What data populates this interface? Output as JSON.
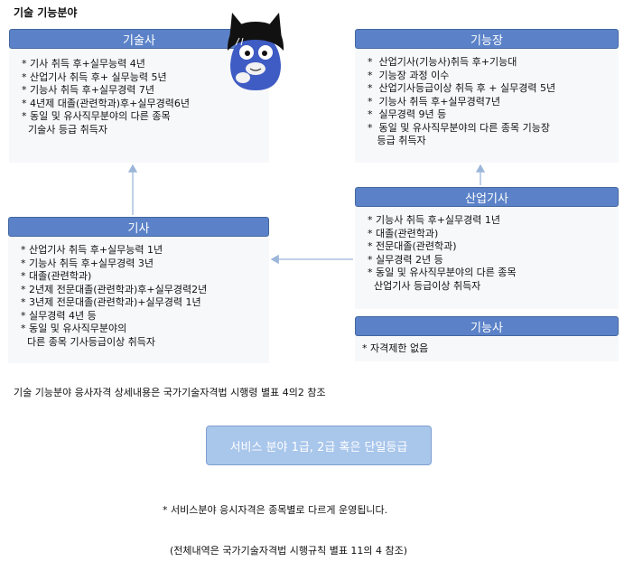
{
  "title": "기술 기능분야",
  "boxes": {
    "engineer_master": {
      "header": "기술사",
      "items": [
        "* 기사 취득 후+실무능력 4년",
        "* 산업기사 취득 후+ 실무능력 5년",
        "* 기능사 취득 후+실무경력 7년",
        "* 4년제 대졸(관련학과)후+실무경력6년",
        "* 동일 및 유사직무분야의 다른 종목",
        "  기술사 등급 취득자"
      ]
    },
    "craftsman_master": {
      "header": "기능장",
      "items": [
        "*  산업기사(기능사)취득 후+기능대",
        "*  기능장 과정 이수",
        "*  산업기사등급이상 취득 후 + 실무경력 5년",
        "*  기능사 취득 후+실무경력7년",
        "*  실무경력 9년 등",
        "*  동일 및 유사직무분야의 다른 종목 기능장",
        "   등급 취득자"
      ]
    },
    "engineer": {
      "header": "기사",
      "items": [
        "* 산업기사 취득 후+실무능력 1년",
        "* 기능사 취득 후+실무경력 3년",
        "* 대졸(관련학과)",
        "* 2년제 전문대졸(관련학과)후+실무경력2년",
        "* 3년제 전문대졸(관련학과)+실무경력 1년",
        "* 실무경력 4년 등",
        "* 동일 및 유사직무분야의",
        "  다른 종목 기사등급이상 취득자"
      ]
    },
    "industrial_engineer": {
      "header": "산업기사",
      "items": [
        "* 기능사 취득 후+실무경력 1년",
        "* 대졸(관련학과)",
        "* 전문대졸(관련학과)",
        "* 실무경력 2년 등",
        "* 동일 및 유사직무분야의 다른 종목",
        "  산업기사 등급이상 취득자"
      ]
    },
    "craftsman": {
      "header": "기능사",
      "items": [
        "* 자격제한 없음"
      ]
    }
  },
  "note": "기술 기능분야 응사자격 상세내용은 국가기술자격법 시행령 별표 4의2 참조",
  "service_box": "서비스 분야 1급, 2급 혹은 단일등급",
  "service_note": [
    "* 서비스분야 응시자격은 종목별로 다르게 운영됩니다.",
    "(전체내역은 국가기술자격법 시행규칙 별표 11의 4 참조)"
  ],
  "colors": {
    "header_blue": "#5b82c8",
    "service_blue": "#a9c6eb",
    "arrow": "#9cb6d9"
  },
  "mascot_icon": "cat-mascot-icon"
}
